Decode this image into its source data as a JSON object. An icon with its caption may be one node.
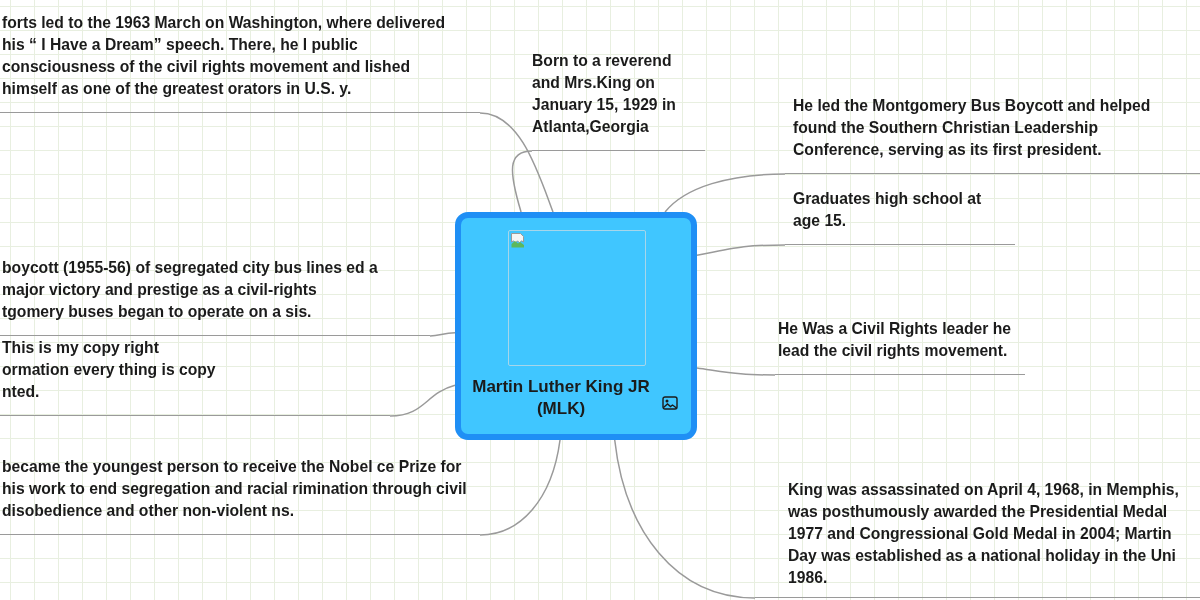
{
  "diagram": {
    "nodes": [
      {
        "text": [
          "Martin Luther King JR (MLK)"
        ]
      },
      {
        "text": [
          "forts led to the 1963 March on Washington, where delivered his “ I Have a Dream” speech. There, he l public consciousness of the civil rights movement and lished himself as one of the greatest orators in U.S. y."
        ]
      },
      {
        "text": [
          "Born to a reverend and Mrs.King on January 15, 1929 in Atlanta,Georgia"
        ]
      },
      {
        "text": [
          "He led the Montgomery Bus Boycott and helped found the Southern Christian Leadership Conference, serving as its first president."
        ]
      },
      {
        "text": [
          "Graduates high school at age 15."
        ]
      },
      {
        "text": [
          "boycott (1955-56) of segregated city bus lines ed a major victory and prestige as a civil-rights tgomery buses began to operate on a sis."
        ]
      },
      {
        "text": [
          "He Was a Civil Rights leader he lead the civil rights movement."
        ]
      },
      {
        "text": [
          "This is my copy right ormation every thing is copy nted."
        ]
      },
      {
        "text": [
          "became the youngest person to receive the Nobel ce Prize for his work to end segregation and racial rimination through civil disobedience and other non-violent ns."
        ]
      },
      {
        "text": [
          "King was assassinated on April 4, 1968, in Memphis, was posthumously awarded the Presidential Medal 1977 and Congressional Gold Medal in 2004; Martin Day was established as a national holiday in the Uni 1986."
        ]
      }
    ],
    "edges": [
      {
        "from": 0,
        "to": 1,
        "arrow": "none"
      },
      {
        "from": 0,
        "to": 2,
        "arrow": "none"
      },
      {
        "from": 0,
        "to": 3,
        "arrow": "none"
      },
      {
        "from": 0,
        "to": 4,
        "arrow": "none"
      },
      {
        "from": 0,
        "to": 5,
        "arrow": "none"
      },
      {
        "from": 0,
        "to": 6,
        "arrow": "none"
      },
      {
        "from": 0,
        "to": 7,
        "arrow": "none"
      },
      {
        "from": 0,
        "to": 8,
        "arrow": "none"
      },
      {
        "from": 0,
        "to": 9,
        "arrow": "none"
      }
    ]
  }
}
